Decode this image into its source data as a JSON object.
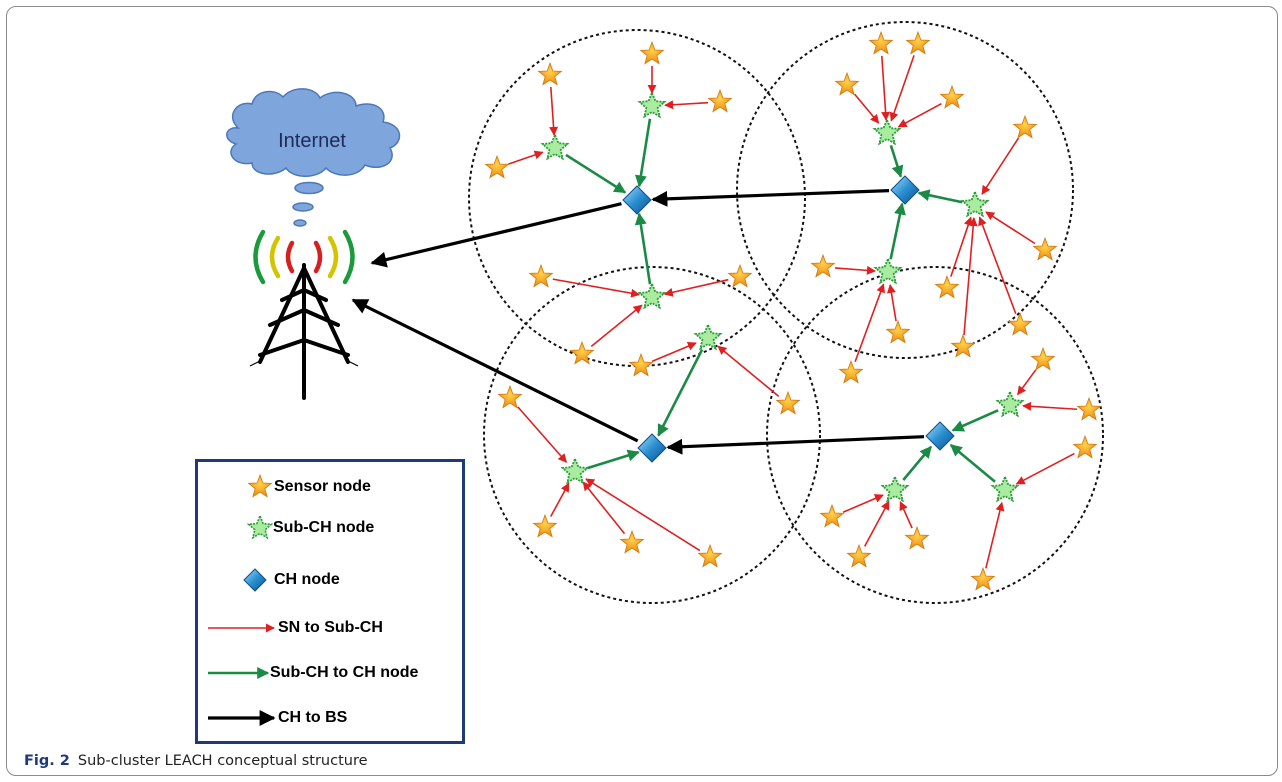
{
  "internet_label": "Internet",
  "legend": {
    "sensor_node": "Sensor node",
    "sub_ch_node": "Sub-CH node",
    "ch_node": "CH node",
    "sn_to_sub_ch": "SN to Sub-CH",
    "sub_ch_to_ch": "Sub-CH to CH node",
    "ch_to_bs": "CH to BS"
  },
  "caption": {
    "fig_label": "Fig. 2",
    "text": "Sub-cluster LEACH conceptual structure"
  },
  "colors": {
    "sensor_star": "#f5a623",
    "sub_ch_star": "#8fe08a",
    "ch_diamond": "#2a8fd0",
    "sn_arrow": "#e02020",
    "sub_ch_arrow": "#1a8a45",
    "ch_arrow": "#000000",
    "legend_border": "#1f3a7a",
    "cloud": "#7ea6dc"
  }
}
